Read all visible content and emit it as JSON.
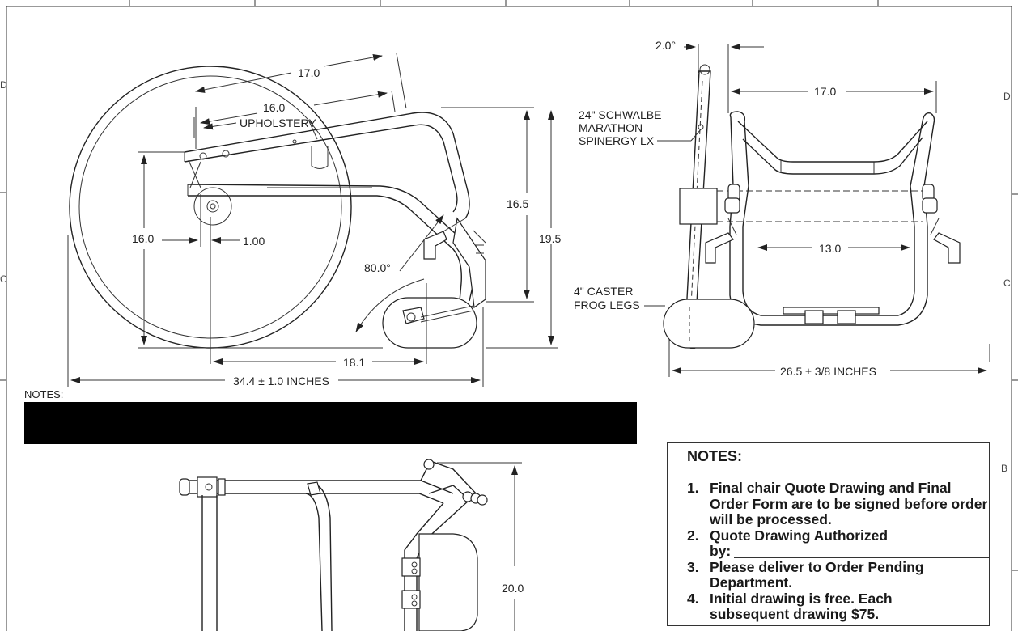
{
  "side_view": {
    "dim_frame_length": "17.0",
    "dim_seat_depth": "16.0",
    "callout_upholstery": "UPHOLSTERY",
    "dim_seat_height": "16.5",
    "dim_total_height": "19.5",
    "dim_axle_height": "16.0",
    "dim_axle_offset": "1.00",
    "dim_front_angle": "80.0°",
    "dim_axle_to_caster": "18.1",
    "dim_overall_length": "34.4 ± 1.0 INCHES"
  },
  "front_view": {
    "dim_camber": "2.0°",
    "callout_wheel": [
      "24\" SCHWALBE",
      "MARATHON",
      "SPINERGY LX"
    ],
    "dim_seat_width": "17.0",
    "dim_inner_width": "13.0",
    "callout_caster": [
      "4\" CASTER",
      "FROG LEGS"
    ],
    "dim_overall_width": "26.5 ± 3/8 INCHES"
  },
  "top_view": {
    "dim_depth": "20.0"
  },
  "notes_label": "NOTES:",
  "notes_box": {
    "title": "NOTES:",
    "items": [
      "Final chair Quote Drawing and Final Order Form are to be signed before order will be processed.",
      "Quote Drawing Authorized by:",
      "Please deliver to Order Pending Department.",
      "Initial drawing is free.  Each subsequent drawing $75."
    ]
  },
  "zone_labels": {
    "right_d": "D",
    "right_c": "C",
    "right_b": "B",
    "left_d": "D",
    "left_c": "C"
  }
}
